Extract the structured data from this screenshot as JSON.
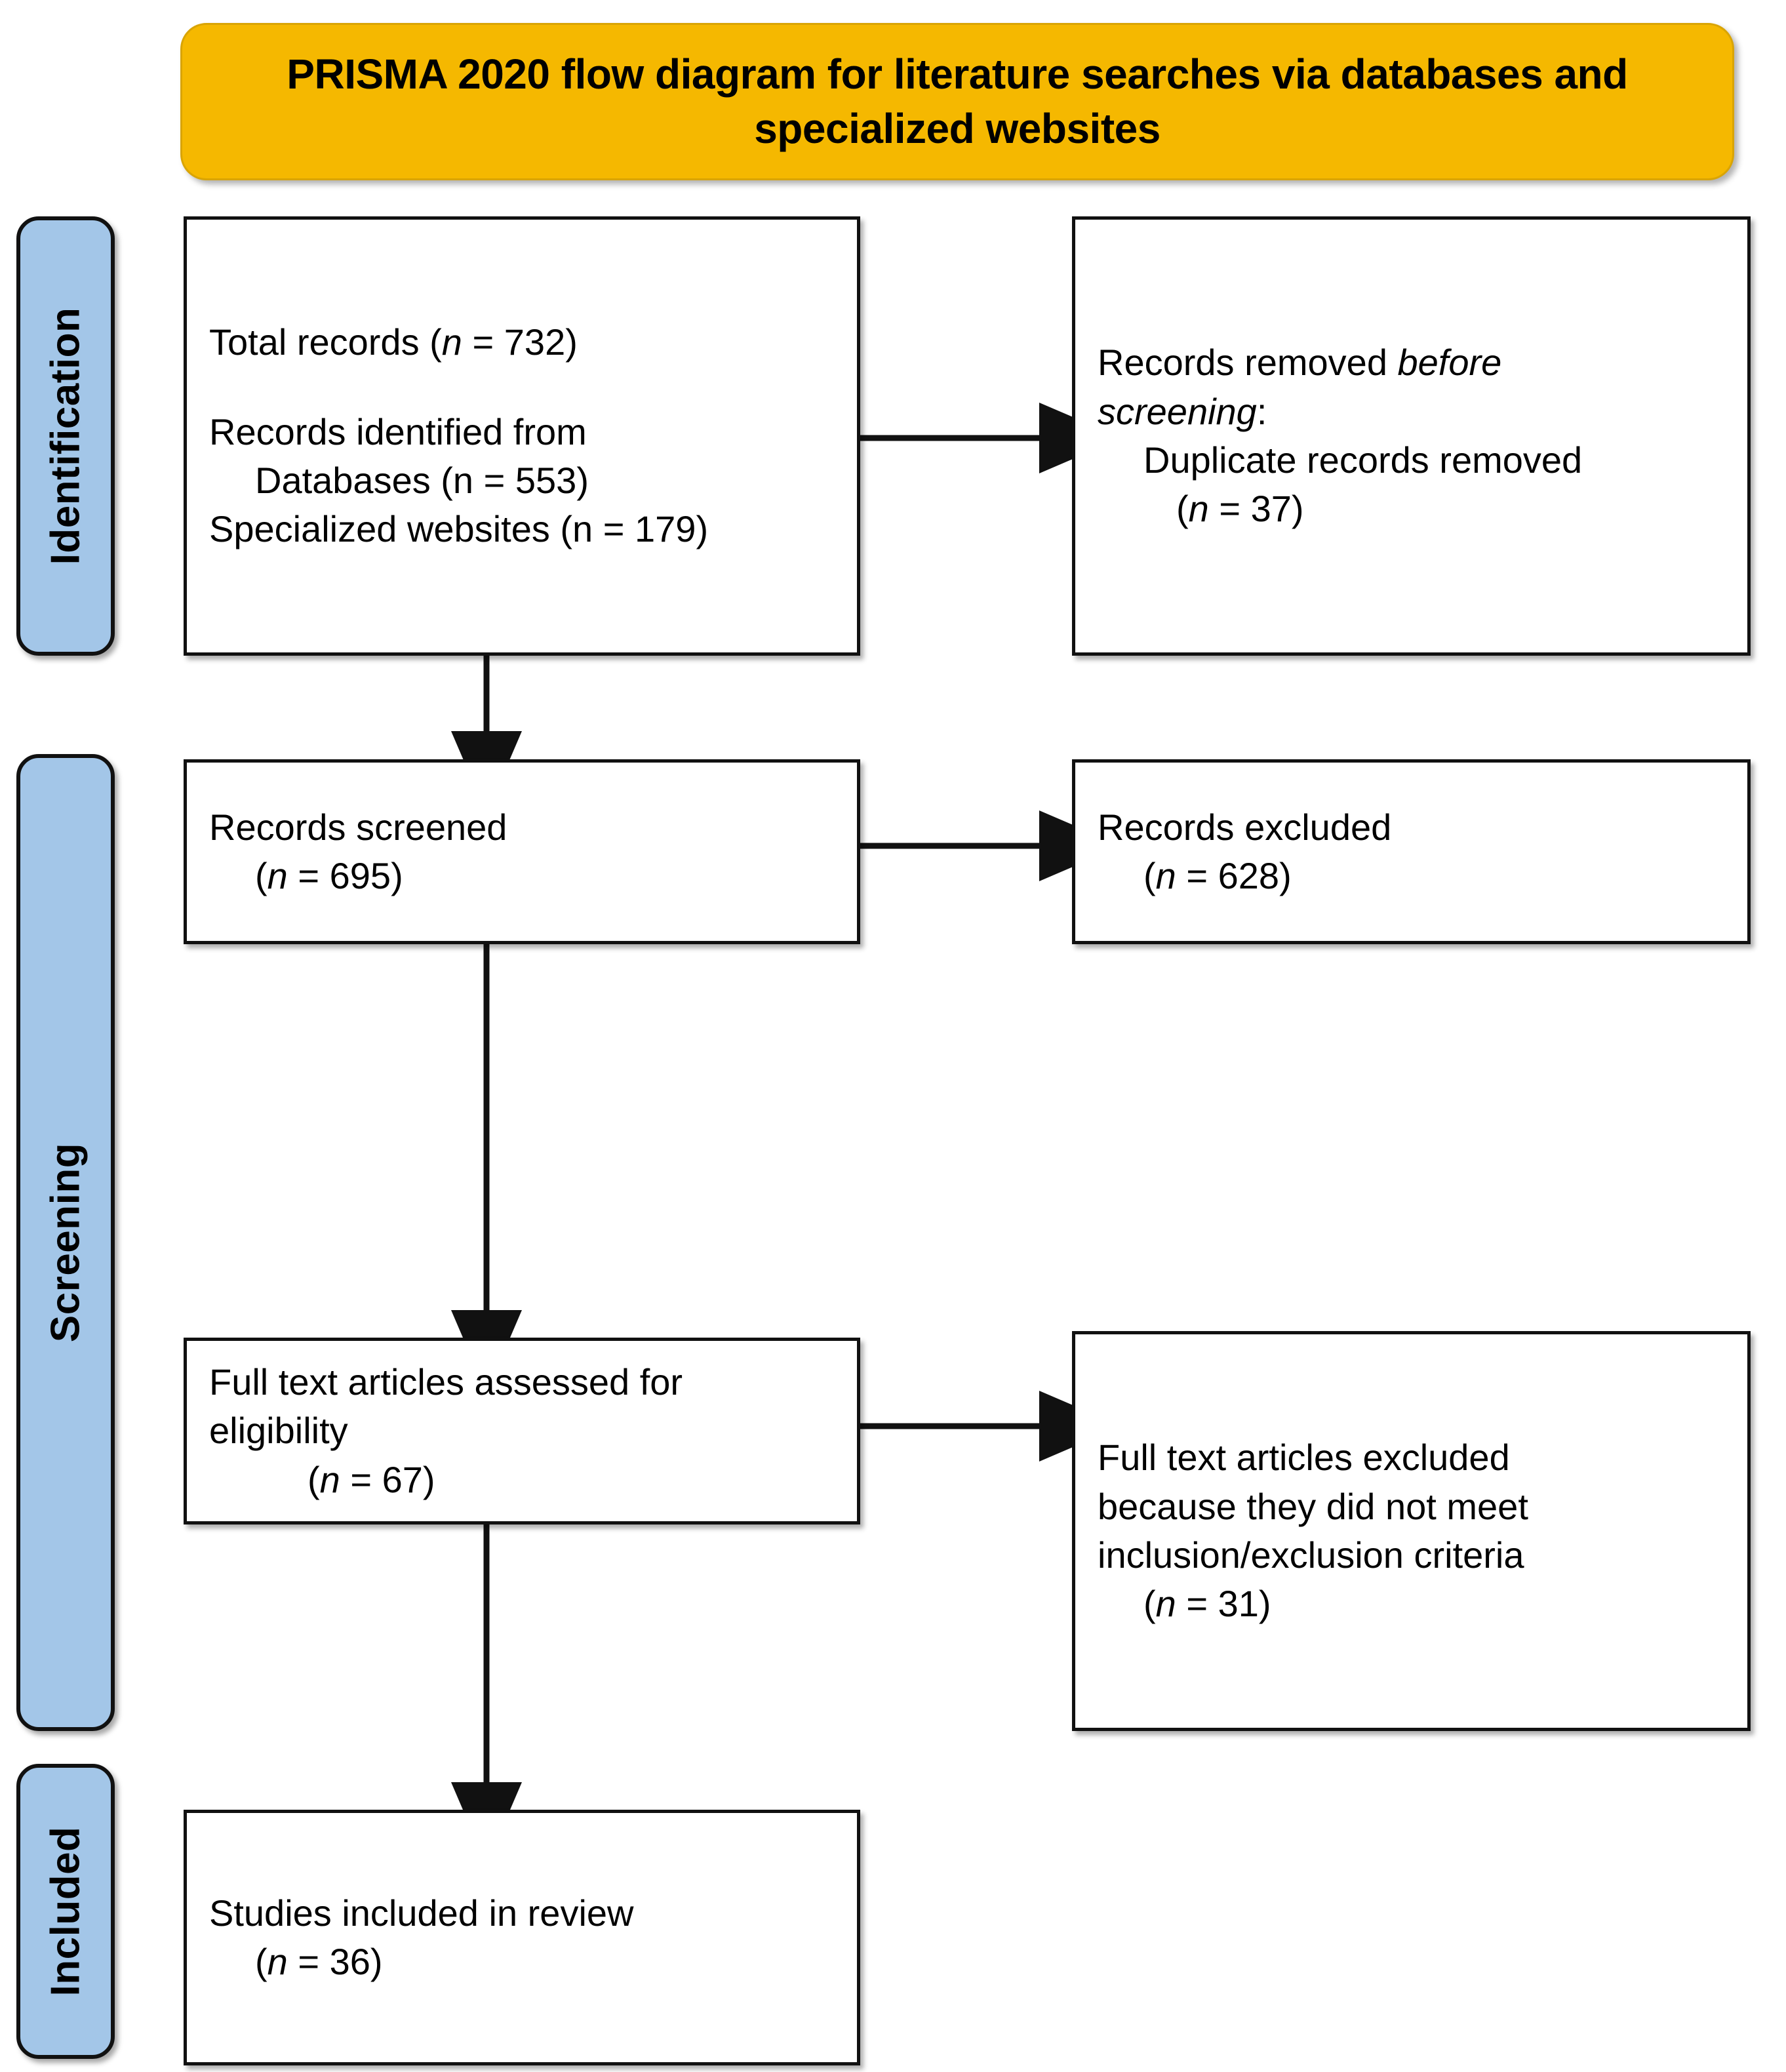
{
  "banner": {
    "title": "PRISMA 2020 flow diagram for literature searches via databases and specialized websites",
    "color": "#F5B800"
  },
  "phases": [
    {
      "id": "identification",
      "label": "Identification",
      "color": "#A3C6E8"
    },
    {
      "id": "screening",
      "label": "Screening",
      "color": "#A3C6E8"
    },
    {
      "id": "included",
      "label": "Included",
      "color": "#A3C6E8"
    }
  ],
  "boxes": {
    "identified": {
      "line1": "Total records (",
      "line1_italic": "n",
      "line1_end": " = 732)",
      "line2": "Records identified from",
      "line3": "Databases (n = 553)",
      "line4": "Specialized websites (n = 179)"
    },
    "removed": {
      "line1a": "Records removed ",
      "line1_italic": "before",
      "line2_italic": "screening",
      "line2b": ":",
      "line3": "Duplicate records removed",
      "line4a": "(",
      "line4_italic": "n",
      "line4b": " = 37)"
    },
    "screened": {
      "line1": "Records screened",
      "line2a": "(",
      "line2_italic": "n",
      "line2b": " = 695)"
    },
    "excluded": {
      "line1": "Records excluded",
      "line2a": "(",
      "line2_italic": "n",
      "line2b": " = 628)"
    },
    "fulltext": {
      "line1": "Full text articles assessed for",
      "line2": "eligibility",
      "line3a": "(",
      "line3_italic": "n",
      "line3b": " = 67)"
    },
    "fullexcluded": {
      "line1": "Full text articles excluded",
      "line2": "because they did not meet",
      "line3": "inclusion/exclusion criteria",
      "line4a": "(",
      "line4_italic": "n",
      "line4b": " = 31)"
    },
    "included": {
      "line1": "Studies included in review",
      "line2a": "(",
      "line2_italic": "n",
      "line2b": " = 36)"
    }
  },
  "counts": {
    "total_records": 732,
    "databases": 553,
    "specialized_websites": 179,
    "duplicates_removed": 37,
    "records_screened": 695,
    "records_excluded": 628,
    "fulltext_assessed": 67,
    "fulltext_excluded": 31,
    "studies_included": 36
  },
  "connectors": [
    {
      "from": "identified",
      "to": "removed",
      "direction": "right"
    },
    {
      "from": "identified",
      "to": "screened",
      "direction": "down"
    },
    {
      "from": "screened",
      "to": "excluded",
      "direction": "right"
    },
    {
      "from": "screened",
      "to": "fulltext",
      "direction": "down"
    },
    {
      "from": "fulltext",
      "to": "fullexcluded",
      "direction": "right"
    },
    {
      "from": "fulltext",
      "to": "included",
      "direction": "down"
    }
  ]
}
